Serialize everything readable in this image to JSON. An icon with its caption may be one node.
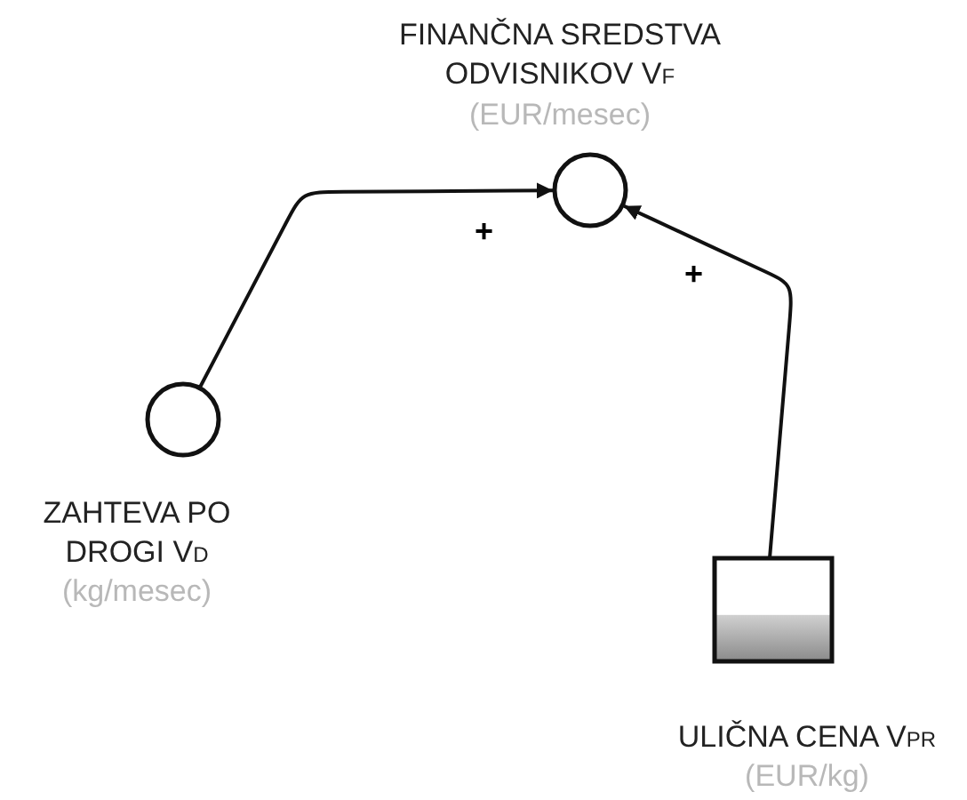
{
  "diagram": {
    "nodes": [
      {
        "text": [
          "FINANČNA SREDSTVA ODVISNIKOV V$_{F}$",
          "(EUR/mesec)"
        ]
      },
      {
        "text": [
          "ZAHTEVA PO DROGI V$_{D}$",
          "(kg/mesec)"
        ]
      },
      {
        "text": [
          "ULIČNA CENA V$_{PR}$",
          "(EUR/kg)"
        ]
      }
    ],
    "edges": [
      {
        "from": 1,
        "to": 0,
        "arrow": "to",
        "label": "+"
      },
      {
        "from": 2,
        "to": 0,
        "arrow": "to",
        "label": "+"
      }
    ]
  }
}
